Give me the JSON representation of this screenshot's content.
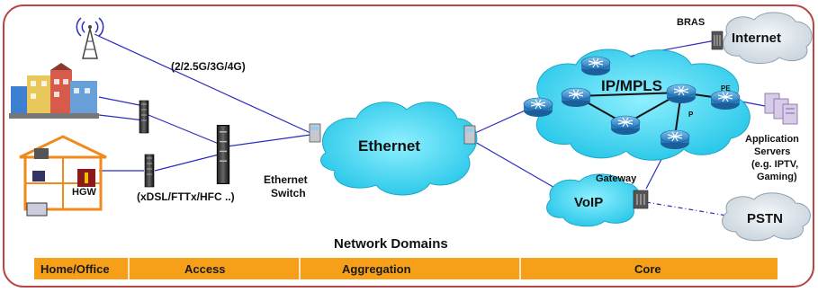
{
  "labels": {
    "wireless": "(2/2.5G/3G/4G)",
    "wired": "(xDSL/FTTx/HFC ..)",
    "hgw": "HGW",
    "ethernet": "Ethernet",
    "ethernet_switch_1": "Ethernet",
    "ethernet_switch_2": "Switch",
    "bras": "BRAS",
    "internet": "Internet",
    "ipmpls": "IP/MPLS",
    "pe": "PE",
    "p": "P",
    "app_servers_1": "Application",
    "app_servers_2": "Servers",
    "app_servers_3": "(e.g. IPTV,",
    "app_servers_4": "Gaming)",
    "gateway": "Gateway",
    "voip": "VoIP",
    "pstn": "PSTN",
    "network_domains": "Network Domains"
  },
  "domains": [
    "Home/Office",
    "Access",
    "Aggregation",
    "Core"
  ],
  "colors": {
    "cloud": "#3fd3ef",
    "cloud_grey": "#d9e2ea",
    "domain_bar": "#f6a01a",
    "link": "#2b2bbf",
    "frame": "#b94646"
  }
}
